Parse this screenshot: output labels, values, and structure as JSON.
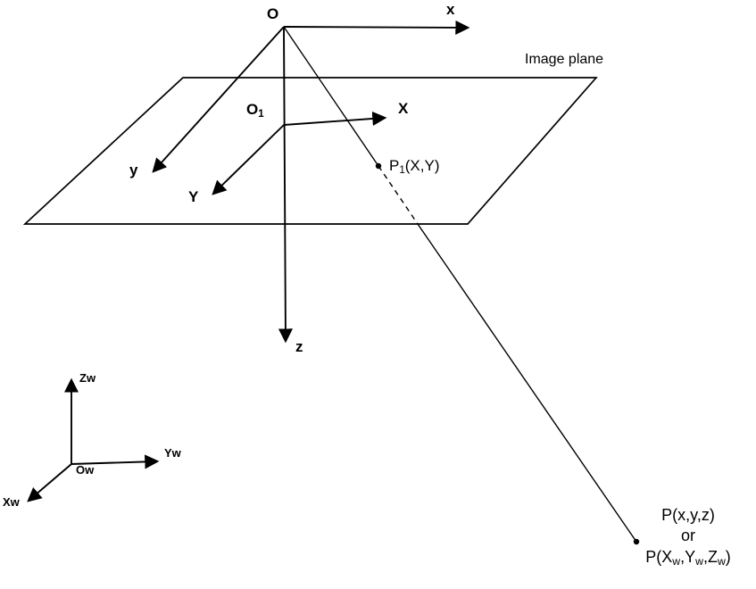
{
  "diagram": {
    "labels": {
      "camera_origin": "O",
      "x_axis": "x",
      "y_axis": "y",
      "z_axis": "z",
      "image_plane": "Image plane",
      "image_origin": {
        "main": "O",
        "sub": "1"
      },
      "X_axis": "X",
      "Y_axis": "Y",
      "p1": {
        "main": "P",
        "sub": "1",
        "rest": "(X,Y)"
      },
      "world_z": {
        "main": "Z",
        "sub": "w"
      },
      "world_y": {
        "main": "Y",
        "sub": "w"
      },
      "world_x": {
        "main": "X",
        "sub": "w"
      },
      "world_origin": {
        "main": "O",
        "sub": "w"
      },
      "point_p": {
        "line1": "P(x,y,z)",
        "line2": "or",
        "line3": [
          "P(X",
          "w",
          ",Y",
          "w",
          ",Z",
          "w",
          ")"
        ]
      }
    },
    "colors": {
      "line": "#000000",
      "background": "#ffffff"
    }
  }
}
